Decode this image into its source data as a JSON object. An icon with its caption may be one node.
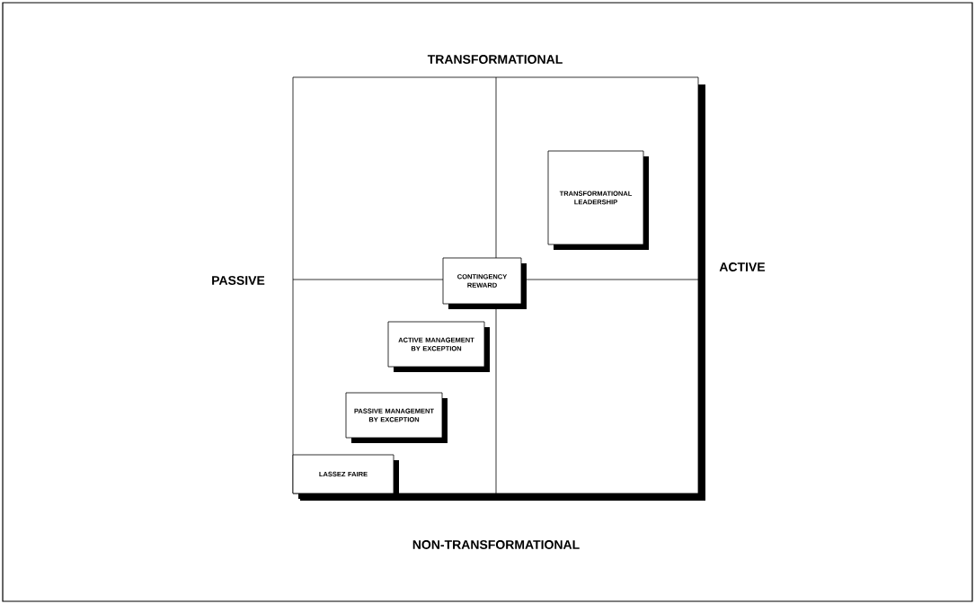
{
  "diagram": {
    "nodes": [
      {
        "text": [
          "TRANSFORMATIONAL LEADERSHIP"
        ]
      },
      {
        "text": [
          "CONTINGENCY REWARD"
        ]
      },
      {
        "text": [
          "ACTIVE MANAGEMENT BY EXCEPTION"
        ]
      },
      {
        "text": [
          "PASSIVE MANAGEMENT BY EXCEPTION"
        ]
      },
      {
        "text": [
          "LASSEZ FAIRE"
        ]
      }
    ],
    "labels": [
      "TRANSFORMATIONAL",
      "PASSIVE",
      "ACTIVE",
      "NON-TRANSFORMATIONAL"
    ]
  }
}
